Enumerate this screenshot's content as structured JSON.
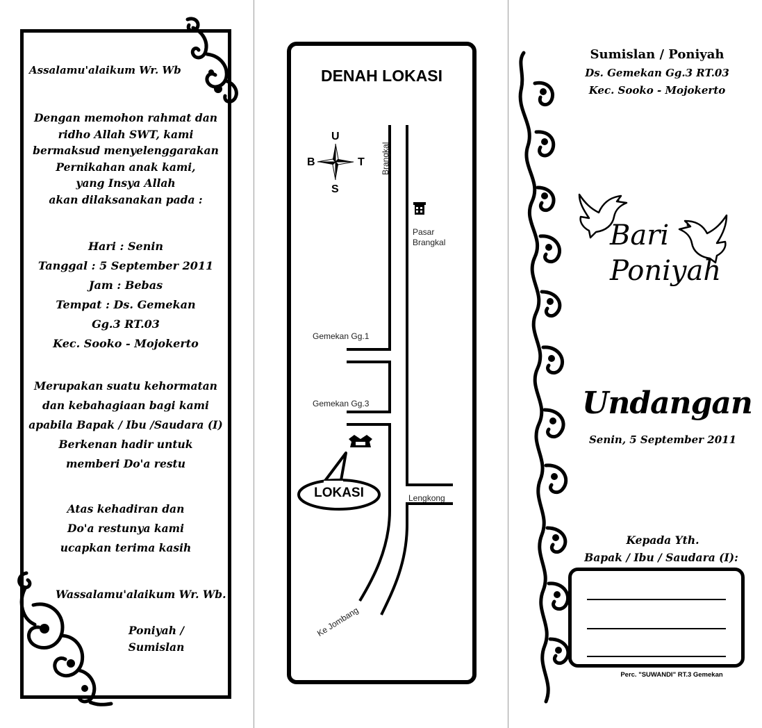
{
  "left": {
    "greeting": "Assalamu'alaikum Wr. Wb",
    "intro": [
      "Dengan memohon rahmat dan",
      "ridho Allah SWT, kami",
      "bermaksud menyelenggarakan",
      "Pernikahan anak kami,",
      "yang Insya Allah",
      "akan dilaksanakan pada :"
    ],
    "details": [
      "Hari : Senin",
      "Tanggal : 5 September 2011",
      "Jam : Bebas",
      "Tempat : Ds. Gemekan",
      "Gg.3  RT.03",
      "Kec. Sooko - Mojokerto"
    ],
    "honor": [
      "Merupakan suatu kehormatan",
      "dan kebahagiaan bagi kami",
      "apabila Bapak / Ibu /Saudara (I)",
      "Berkenan hadir untuk",
      "memberi Do'a restu"
    ],
    "thanks": [
      "Atas kehadiran dan",
      "Do'a restunya kami",
      "ucapkan terima kasih"
    ],
    "closing": "Wassalamu'alaikum Wr. Wb.",
    "signature": [
      "Poniyah /",
      "Sumislan"
    ]
  },
  "map": {
    "title": "DENAH LOKASI",
    "compass": {
      "north": "U",
      "south": "S",
      "west": "B",
      "east": "T"
    },
    "road_brangkal": "Brangkal",
    "market": [
      "Pasar",
      "Brangkal"
    ],
    "gang1": "Gemekan Gg.1",
    "gang3": "Gemekan Gg.3",
    "location": "LOKASI",
    "lengkong": "Lengkong",
    "jombang": "Ke Jombang"
  },
  "right": {
    "hosts": "Sumislan / Poniyah",
    "address1": "Ds. Gemekan  Gg.3  RT.03",
    "address2": "Kec. Sooko - Mojokerto",
    "groom": "Bari",
    "bride": "Poniyah",
    "title": "Undangan",
    "date": "Senin, 5 September 2011",
    "to": "Kepada Yth.",
    "recipient": "Bapak / Ibu / Saudara (I):",
    "printer": "Perc. \"SUWANDI\" RT.3 Gemekan"
  }
}
